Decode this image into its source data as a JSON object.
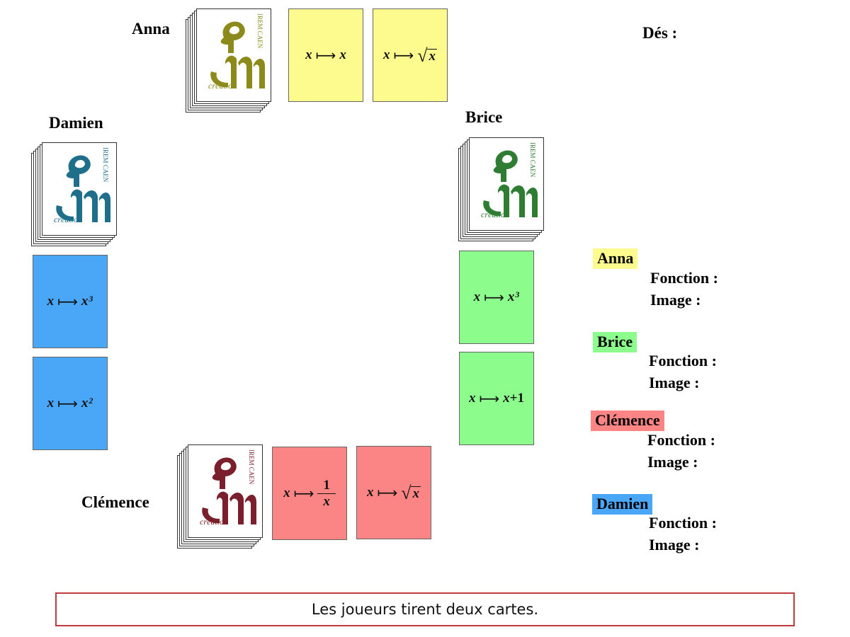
{
  "dice_label": "Dés :",
  "players": {
    "anna": {
      "name": "Anna",
      "color": "#fdfb8d",
      "logo_color": "#8c8a1b"
    },
    "brice": {
      "name": "Brice",
      "color": "#8cfd8c",
      "logo_color": "#2e7d32"
    },
    "clemence": {
      "name": "Clémence",
      "color": "#fb8585",
      "logo_color": "#7a1f2b"
    },
    "damien": {
      "name": "Damien",
      "color": "#4aa7f8",
      "logo_color": "#1f6f8b"
    }
  },
  "deck_logo": {
    "vertical_text": "IREM CAEN",
    "caption": "création"
  },
  "cards": {
    "anna": [
      "x ⟼ x",
      "x ⟼ √x"
    ],
    "damien": [
      "x ⟼ x³",
      "x ⟼ x²"
    ],
    "brice": [
      "x ⟼ x³",
      "x ⟼ x+1"
    ],
    "clemence": [
      "x ⟼ 1/x",
      "x ⟼ √x"
    ]
  },
  "card_parts": {
    "var": "x",
    "arrow": "⟼",
    "one": "1",
    "cube_exp": "3",
    "square_exp": "2",
    "plus_one": "+1",
    "radical": "√"
  },
  "legend": {
    "function_label": "Fonction :",
    "image_label": "Image :",
    "entries": [
      "Anna",
      "Brice",
      "Clémence",
      "Damien"
    ]
  },
  "status_message": "Les joueurs tirent deux cartes."
}
